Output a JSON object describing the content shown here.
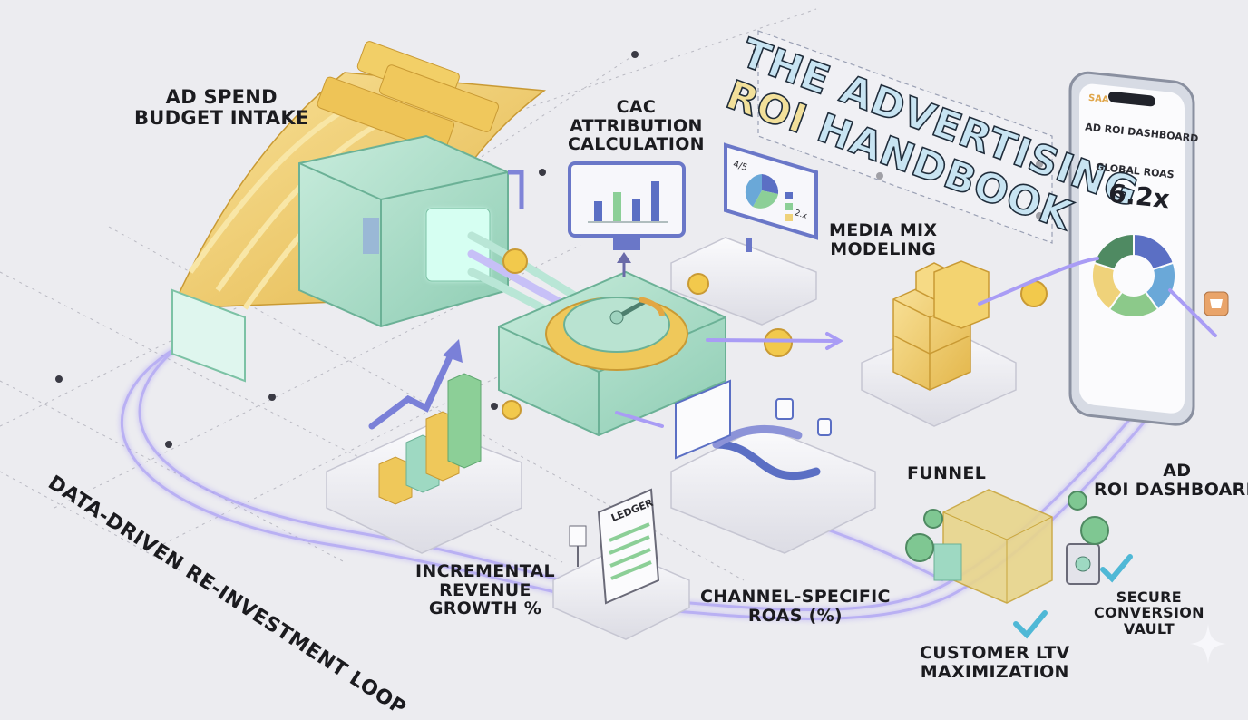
{
  "title": {
    "line1": "THE ADVERTISING",
    "line2_accent": "ROI",
    "line2_rest": " HANDBOOK"
  },
  "labels": {
    "ad_spend": [
      "AD SPEND",
      "BUDGET INTAKE"
    ],
    "cac": [
      "CAC",
      "ATTRIBUTION",
      "CALCULATION"
    ],
    "media_mix": [
      "MEDIA MIX",
      "MODELING"
    ],
    "funnel": "FUNNEL",
    "ad_roi_dashboard": [
      "AD",
      "ROI DASHBOARD"
    ],
    "incremental": [
      "INCREMENTAL",
      "REVENUE",
      "GROWTH %"
    ],
    "channel_roas": [
      "CHANNEL-SPECIFIC",
      "ROAS (%)"
    ],
    "secure_vault": [
      "SECURE",
      "CONVERSION",
      "VAULT"
    ],
    "customer_ltv": [
      "CUSTOMER LTV",
      "MAXIMIZATION"
    ],
    "loop": "DATA-DRIVEN RE-INVESTMENT LOOP"
  },
  "ledger_label": "LEDGER",
  "monitor_legend": [
    "4/5",
    "2.x"
  ],
  "phone": {
    "brand": "SAA",
    "header": "AD ROI DASHBOARD",
    "metric_label": "GLOBAL ROAS",
    "metric_value": "6.2x",
    "donut_colors": [
      "#5b6fc4",
      "#6aa8d8",
      "#8cc98a",
      "#efd27a",
      "#4f8a62"
    ]
  },
  "colors": {
    "gold": "#f0cb63",
    "mint": "#a9dcc6",
    "purple_flow": "#9a8cf0",
    "green_bar": "#8ccf97",
    "blue_bar": "#5b6fc4",
    "coin": "#f2c94c"
  }
}
